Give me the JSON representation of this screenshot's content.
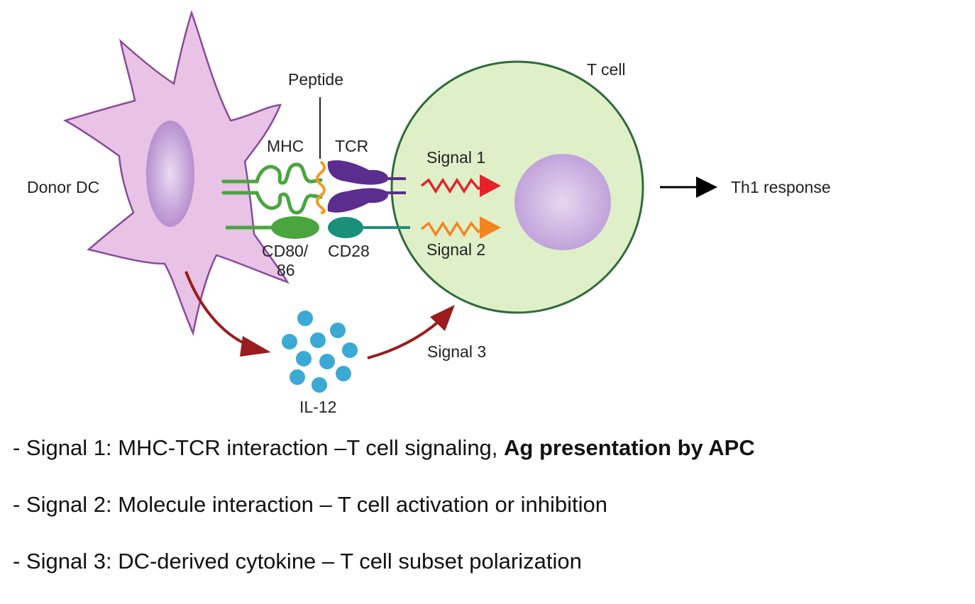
{
  "diagram": {
    "labels": {
      "donor_dc": "Donor DC",
      "peptide": "Peptide",
      "mhc": "MHC",
      "tcr": "TCR",
      "t_cell": "T cell",
      "signal_1": "Signal 1",
      "signal_2": "Signal 2",
      "signal_3": "Signal 3",
      "cd80_86_line1": "CD80/",
      "cd80_86_line2": "86",
      "cd28": "CD28",
      "il12": "IL-12",
      "th1_response": "Th1 response"
    },
    "colors": {
      "dc_fill": "#e8c3e6",
      "dc_stroke": "#8a4a9a",
      "nucleus": "#b78fcf",
      "t_cell_fill": "#dff0c9",
      "t_cell_stroke": "#2f6b3a",
      "mhc_green": "#4aa53e",
      "peptide_orange": "#f39a1c",
      "tcr_purple": "#5a2d8e",
      "cd28_teal": "#1a8f7a",
      "signal1_red": "#e8202a",
      "signal2_orange": "#f5841f",
      "il12_blue": "#3aa9d4",
      "arrow_darkred": "#9b1c1c"
    }
  },
  "bullets": [
    {
      "prefix": "- Signal 1: MHC-TCR interaction –T cell signaling, ",
      "bold": "Ag presentation by APC"
    },
    {
      "prefix": "- Signal 2: Molecule interaction – T cell activation or inhibition",
      "bold": ""
    },
    {
      "prefix": "- Signal 3: DC-derived cytokine – T cell subset polarization",
      "bold": ""
    }
  ]
}
